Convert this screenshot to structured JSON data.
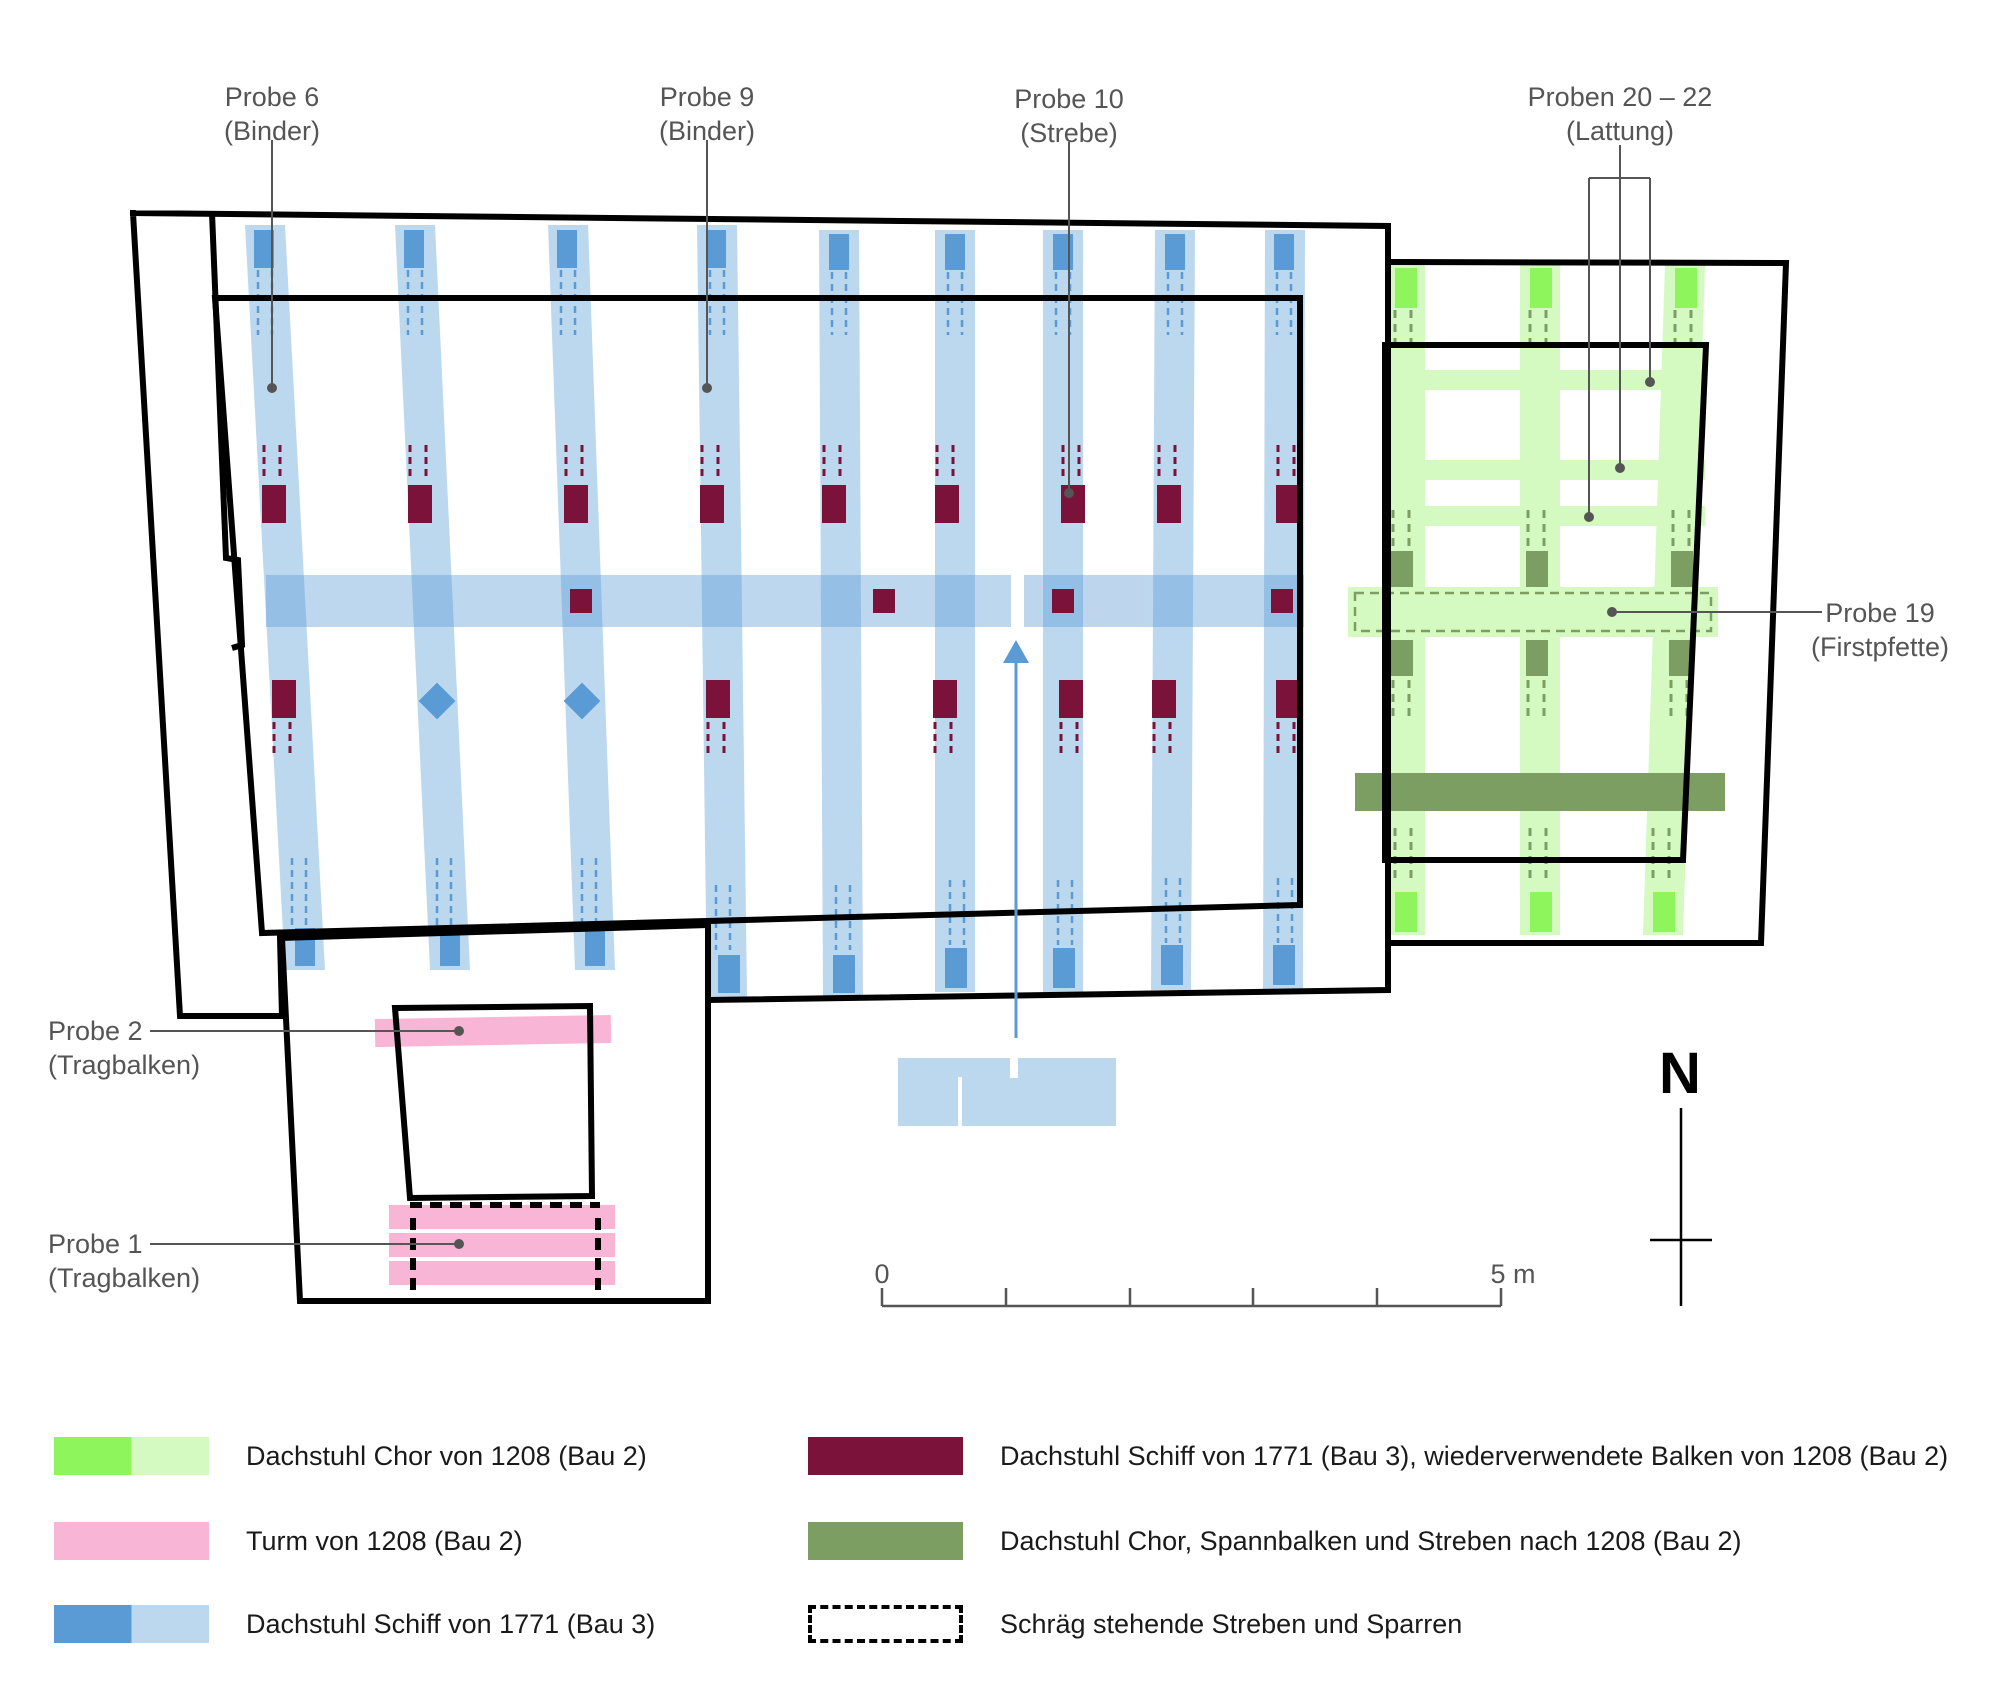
{
  "labels": {
    "probe6": [
      "Probe 6",
      "(Binder)"
    ],
    "probe9": [
      "Probe 9",
      "(Binder)"
    ],
    "probe10": [
      "Probe 10",
      "(Strebe)"
    ],
    "probe20_22": [
      "Proben 20 – 22",
      "(Lattung)"
    ],
    "probe19": [
      "Probe 19",
      "(Firstpfette)"
    ],
    "probe2": [
      "Probe 2",
      "(Tragbalken)"
    ],
    "probe1": [
      "Probe 1",
      "(Tragbalken)"
    ]
  },
  "scale_bar": {
    "start": "0",
    "end": "5 m"
  },
  "compass": {
    "north": "N"
  },
  "legend": [
    {
      "label": "Dachstuhl Chor von 1208 (Bau 2)",
      "colors": [
        "#8ff55c",
        "#d4f9c1"
      ]
    },
    {
      "label": "Turm von 1208 (Bau 2)",
      "colors": [
        "#f9b5d6"
      ]
    },
    {
      "label": "Dachstuhl Schiff von 1771 (Bau 3)",
      "colors": [
        "#5b9bd5",
        "#bcd8ef"
      ]
    },
    {
      "label": "Dachstuhl Schiff von 1771 (Bau 3), wiederverwendete Balken von 1208 (Bau 2)",
      "colors": [
        "#7b1239"
      ]
    },
    {
      "label": "Dachstuhl Chor, Spannbalken und Streben nach 1208 (Bau 2)",
      "colors": [
        "#7c9e62"
      ]
    },
    {
      "label": "Schräg stehende Streben und Sparren",
      "pattern": "dashed-outline"
    }
  ],
  "colors": {
    "outline": "#000000",
    "nave_light": "#bcd8ef",
    "nave_dark": "#5b9bd5",
    "choir_light": "#d4f9c1",
    "choir_bright": "#8ff55c",
    "choir_tie": "#7c9e62",
    "tower": "#f9b5d6",
    "reused": "#7b1239",
    "leader": "#555555"
  }
}
